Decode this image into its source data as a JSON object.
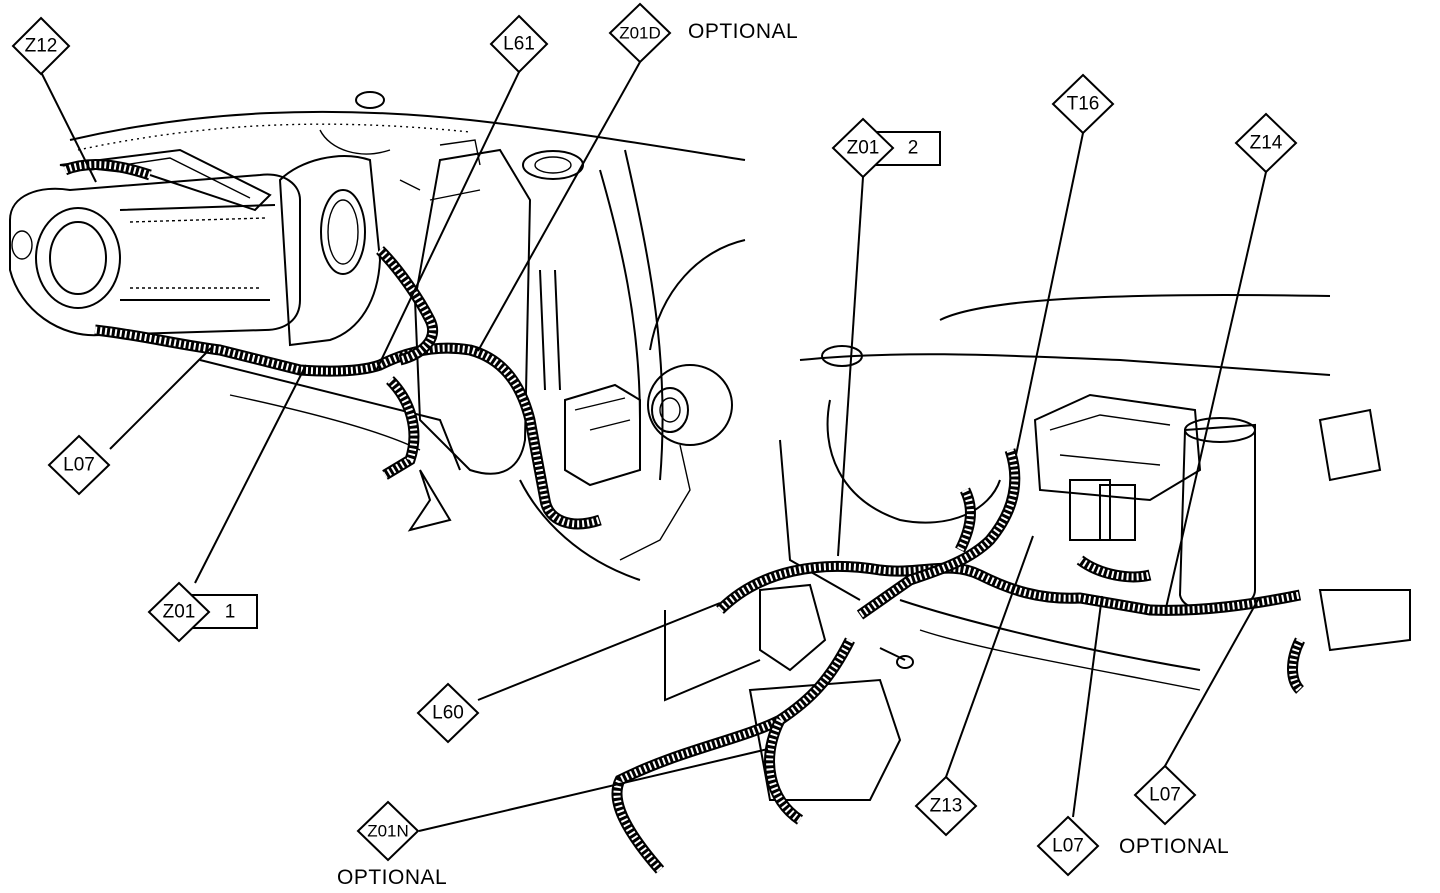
{
  "labels": {
    "z12": "Z12",
    "l61": "L61",
    "z01d": "Z01D",
    "z01d_note": "OPTIONAL",
    "l07_left": "L07",
    "z01_1": "Z01",
    "z01_1_num": "1",
    "z01_2": "Z01",
    "z01_2_num": "2",
    "t16": "T16",
    "z14": "Z14",
    "l60": "L60",
    "z01n": "Z01N",
    "z01n_note": "OPTIONAL",
    "z13": "Z13",
    "l07_bottom": "L07",
    "l07_right": "L07",
    "l07_right_note": "OPTIONAL"
  }
}
